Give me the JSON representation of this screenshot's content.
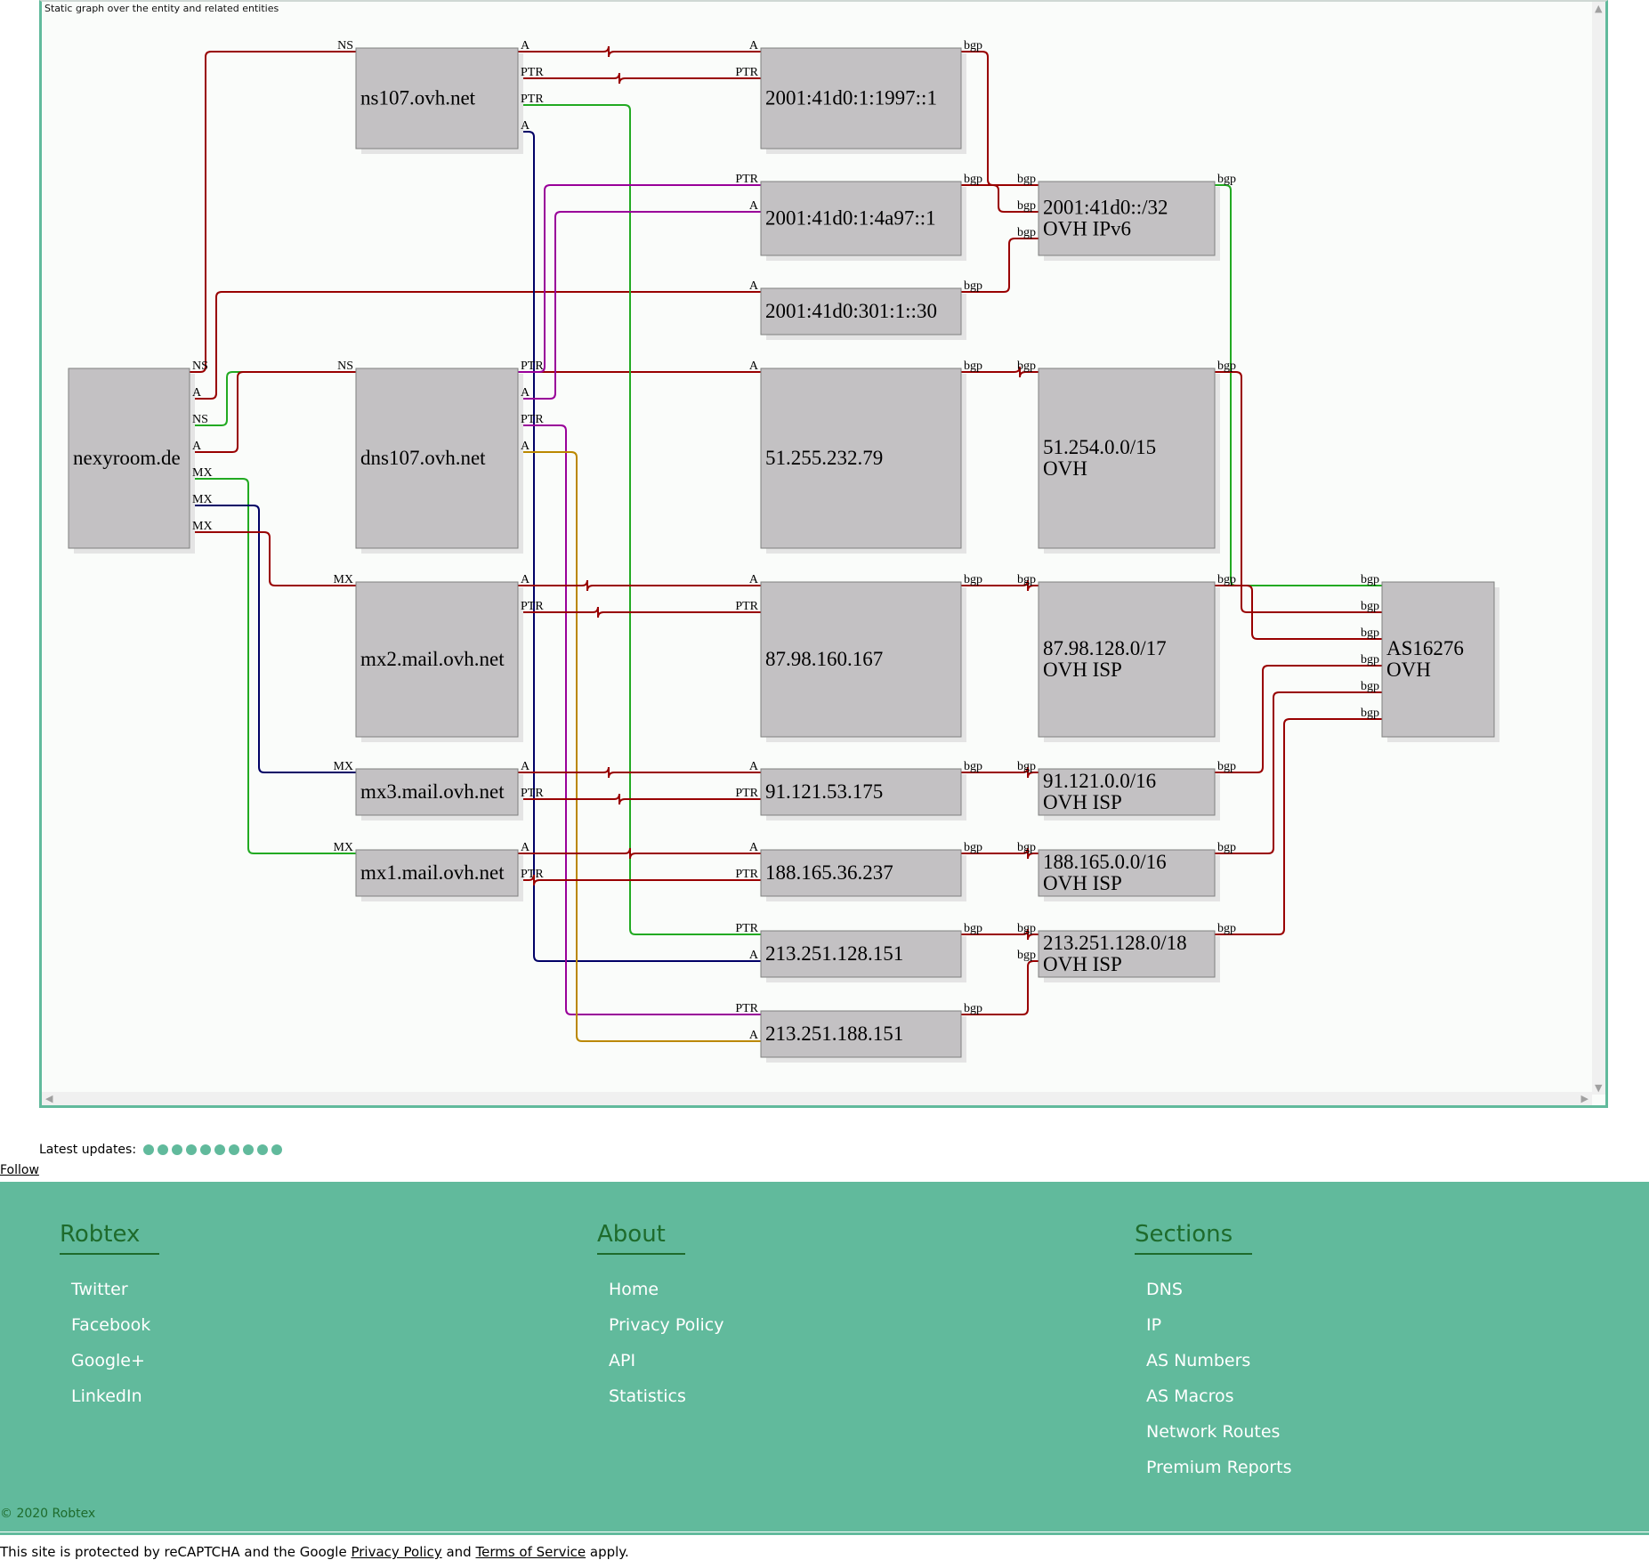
{
  "graph": {
    "caption": "Static graph over the entity and related entities",
    "nodes": [
      {
        "id": "nexyroom",
        "lines": [
          "nexyroom.de"
        ]
      },
      {
        "id": "ns107",
        "lines": [
          "ns107.ovh.net"
        ]
      },
      {
        "id": "dns107",
        "lines": [
          "dns107.ovh.net"
        ]
      },
      {
        "id": "mx2",
        "lines": [
          "mx2.mail.ovh.net"
        ]
      },
      {
        "id": "mx3",
        "lines": [
          "mx3.mail.ovh.net"
        ]
      },
      {
        "id": "mx1",
        "lines": [
          "mx1.mail.ovh.net"
        ]
      },
      {
        "id": "ip6a",
        "lines": [
          "2001:41d0:1:1997::1"
        ]
      },
      {
        "id": "ip6b",
        "lines": [
          "2001:41d0:1:4a97::1"
        ]
      },
      {
        "id": "ip6c",
        "lines": [
          "2001:41d0:301:1::30"
        ]
      },
      {
        "id": "ip4a",
        "lines": [
          "51.255.232.79"
        ]
      },
      {
        "id": "ip4b",
        "lines": [
          "87.98.160.167"
        ]
      },
      {
        "id": "ip4c",
        "lines": [
          "91.121.53.175"
        ]
      },
      {
        "id": "ip4d",
        "lines": [
          "188.165.36.237"
        ]
      },
      {
        "id": "ip4e",
        "lines": [
          "213.251.128.151"
        ]
      },
      {
        "id": "ip4f",
        "lines": [
          "213.251.188.151"
        ]
      },
      {
        "id": "net6",
        "lines": [
          "2001:41d0::/32",
          "OVH IPv6"
        ]
      },
      {
        "id": "net51",
        "lines": [
          "51.254.0.0/15",
          "OVH"
        ]
      },
      {
        "id": "net87",
        "lines": [
          "87.98.128.0/17",
          "OVH ISP"
        ]
      },
      {
        "id": "net91",
        "lines": [
          "91.121.0.0/16",
          "OVH ISP"
        ]
      },
      {
        "id": "net188",
        "lines": [
          "188.165.0.0/16",
          "OVH ISP"
        ]
      },
      {
        "id": "net213",
        "lines": [
          "213.251.128.0/18",
          "OVH ISP"
        ]
      },
      {
        "id": "as16276",
        "lines": [
          "AS16276",
          "OVH"
        ]
      }
    ],
    "edges": [
      {
        "from": "nexyroom",
        "from_port": "NS",
        "to": "ns107",
        "to_port": "NS",
        "color": "#990000"
      },
      {
        "from": "nexyroom",
        "from_port": "A",
        "to": "ip6c",
        "to_port": "A",
        "color": "#990000"
      },
      {
        "from": "nexyroom",
        "from_port": "NS",
        "to": "dns107",
        "to_port": "NS",
        "color": "#22aa22"
      },
      {
        "from": "nexyroom",
        "from_port": "A",
        "to": "ip4a",
        "to_port": "A",
        "color": "#990000"
      },
      {
        "from": "nexyroom",
        "from_port": "MX",
        "to": "mx1",
        "to_port": "MX",
        "color": "#22aa22"
      },
      {
        "from": "nexyroom",
        "from_port": "MX",
        "to": "mx3",
        "to_port": "MX",
        "color": "#000066"
      },
      {
        "from": "nexyroom",
        "from_port": "MX",
        "to": "mx2",
        "to_port": "MX",
        "color": "#990000"
      },
      {
        "from": "ns107",
        "from_port": "A",
        "to": "ip6a",
        "to_port": "A",
        "color": "#990000"
      },
      {
        "from": "ns107",
        "from_port": "PTR",
        "to": "ip6a",
        "to_port": "PTR",
        "color": "#990000"
      },
      {
        "from": "ns107",
        "from_port": "PTR",
        "to": "ip4e",
        "to_port": "PTR",
        "color": "#22aa22"
      },
      {
        "from": "ns107",
        "from_port": "A",
        "to": "ip4e",
        "to_port": "A",
        "color": "#000066"
      },
      {
        "from": "dns107",
        "from_port": "PTR",
        "to": "ip6b",
        "to_port": "PTR",
        "color": "#990099"
      },
      {
        "from": "dns107",
        "from_port": "A",
        "to": "ip6b",
        "to_port": "A",
        "color": "#990099"
      },
      {
        "from": "dns107",
        "from_port": "PTR",
        "to": "ip4f",
        "to_port": "PTR",
        "color": "#990099"
      },
      {
        "from": "dns107",
        "from_port": "A",
        "to": "ip4f",
        "to_port": "A",
        "color": "#bb8800"
      },
      {
        "from": "mx2",
        "from_port": "A",
        "to": "ip4b",
        "to_port": "A",
        "color": "#990000"
      },
      {
        "from": "mx2",
        "from_port": "PTR",
        "to": "ip4b",
        "to_port": "PTR",
        "color": "#990000"
      },
      {
        "from": "mx3",
        "from_port": "A",
        "to": "ip4c",
        "to_port": "A",
        "color": "#990000"
      },
      {
        "from": "mx3",
        "from_port": "PTR",
        "to": "ip4c",
        "to_port": "PTR",
        "color": "#990000"
      },
      {
        "from": "mx1",
        "from_port": "A",
        "to": "ip4d",
        "to_port": "A",
        "color": "#990000"
      },
      {
        "from": "mx1",
        "from_port": "PTR",
        "to": "ip4d",
        "to_port": "PTR",
        "color": "#990000"
      },
      {
        "from": "ip6a",
        "from_port": "bgp",
        "to": "net6",
        "to_port": "bgp",
        "color": "#990000"
      },
      {
        "from": "ip6b",
        "from_port": "bgp",
        "to": "net6",
        "to_port": "bgp",
        "color": "#990000"
      },
      {
        "from": "ip6c",
        "from_port": "bgp",
        "to": "net6",
        "to_port": "bgp",
        "color": "#990000"
      },
      {
        "from": "ip4a",
        "from_port": "bgp",
        "to": "net51",
        "to_port": "bgp",
        "color": "#990000"
      },
      {
        "from": "ip4b",
        "from_port": "bgp",
        "to": "net87",
        "to_port": "bgp",
        "color": "#990000"
      },
      {
        "from": "ip4c",
        "from_port": "bgp",
        "to": "net91",
        "to_port": "bgp",
        "color": "#990000"
      },
      {
        "from": "ip4d",
        "from_port": "bgp",
        "to": "net188",
        "to_port": "bgp",
        "color": "#990000"
      },
      {
        "from": "ip4e",
        "from_port": "bgp",
        "to": "net213",
        "to_port": "bgp",
        "color": "#990000"
      },
      {
        "from": "ip4f",
        "from_port": "bgp",
        "to": "net213",
        "to_port": "bgp",
        "color": "#990000"
      },
      {
        "from": "net6",
        "from_port": "bgp",
        "to": "as16276",
        "to_port": "bgp",
        "color": "#22aa22"
      },
      {
        "from": "net51",
        "from_port": "bgp",
        "to": "as16276",
        "to_port": "bgp",
        "color": "#990000"
      },
      {
        "from": "net87",
        "from_port": "bgp",
        "to": "as16276",
        "to_port": "bgp",
        "color": "#990000"
      },
      {
        "from": "net91",
        "from_port": "bgp",
        "to": "as16276",
        "to_port": "bgp",
        "color": "#990000"
      },
      {
        "from": "net188",
        "from_port": "bgp",
        "to": "as16276",
        "to_port": "bgp",
        "color": "#990000"
      },
      {
        "from": "net213",
        "from_port": "bgp",
        "to": "as16276",
        "to_port": "bgp",
        "color": "#990000"
      }
    ]
  },
  "updates": {
    "label": "Latest updates:",
    "dot_count": 10,
    "dot_color": "#61ba9c"
  },
  "follow_label": "Follow",
  "footer": {
    "columns": [
      {
        "heading": "Robtex",
        "items": [
          "Twitter",
          "Facebook",
          "Google+",
          "LinkedIn"
        ]
      },
      {
        "heading": "About",
        "items": [
          "Home",
          "Privacy Policy",
          "API",
          "Statistics"
        ]
      },
      {
        "heading": "Sections",
        "items": [
          "DNS",
          "IP",
          "AS Numbers",
          "AS Macros",
          "Network Routes",
          "Premium Reports"
        ]
      }
    ],
    "copyright": "© 2020 Robtex",
    "recaptcha": {
      "prefix": "This site is protected by reCAPTCHA and the Google",
      "privacy": "Privacy Policy",
      "and": "and",
      "terms": "Terms of Service",
      "suffix": "apply."
    },
    "bg_color": "#61ba9c",
    "heading_color": "#1e6b2c"
  }
}
